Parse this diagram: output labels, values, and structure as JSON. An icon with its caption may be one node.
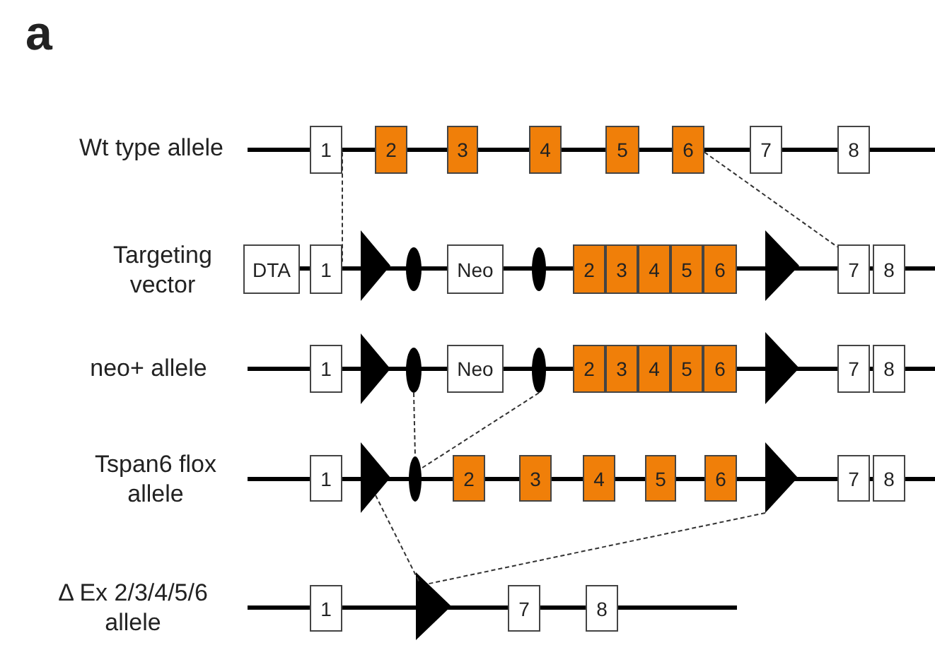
{
  "diagram": {
    "nodes": [
      {
        "text": [
          "1"
        ]
      },
      {
        "text": [
          "2"
        ]
      },
      {
        "text": [
          "3"
        ]
      },
      {
        "text": [
          "4"
        ]
      },
      {
        "text": [
          "5"
        ]
      },
      {
        "text": [
          "6"
        ]
      },
      {
        "text": [
          "7"
        ]
      },
      {
        "text": [
          "8"
        ]
      },
      {
        "text": [
          "DTA"
        ]
      },
      {
        "text": [
          "1"
        ]
      },
      {
        "text": [],
        "shape": "triangle"
      },
      {
        "text": [],
        "shape": "oval"
      },
      {
        "text": [
          "Neo"
        ]
      },
      {
        "text": [],
        "shape": "oval"
      },
      {
        "text": [
          "2"
        ]
      },
      {
        "text": [
          "3"
        ]
      },
      {
        "text": [
          "4"
        ]
      },
      {
        "text": [
          "5"
        ]
      },
      {
        "text": [
          "6"
        ]
      },
      {
        "text": [],
        "shape": "triangle"
      },
      {
        "text": [
          "7"
        ]
      },
      {
        "text": [
          "8"
        ]
      },
      {
        "text": [
          "1"
        ]
      },
      {
        "text": [],
        "shape": "triangle"
      },
      {
        "text": [],
        "shape": "oval"
      },
      {
        "text": [
          "Neo"
        ]
      },
      {
        "text": [],
        "shape": "oval"
      },
      {
        "text": [
          "2"
        ]
      },
      {
        "text": [
          "3"
        ]
      },
      {
        "text": [
          "4"
        ]
      },
      {
        "text": [
          "5"
        ]
      },
      {
        "text": [
          "6"
        ]
      },
      {
        "text": [],
        "shape": "triangle"
      },
      {
        "text": [
          "7"
        ]
      },
      {
        "text": [
          "8"
        ]
      },
      {
        "text": [
          "1"
        ]
      },
      {
        "text": [],
        "shape": "triangle"
      },
      {
        "text": [],
        "shape": "oval"
      },
      {
        "text": [
          "2"
        ]
      },
      {
        "text": [
          "3"
        ]
      },
      {
        "text": [
          "4"
        ]
      },
      {
        "text": [
          "5"
        ]
      },
      {
        "text": [
          "6"
        ]
      },
      {
        "text": [],
        "shape": "triangle"
      },
      {
        "text": [
          "7"
        ]
      },
      {
        "text": [
          "8"
        ]
      },
      {
        "text": [
          "1"
        ]
      },
      {
        "text": [],
        "shape": "triangle"
      },
      {
        "text": [
          "7"
        ]
      },
      {
        "text": [
          "8"
        ]
      }
    ],
    "edges": [
      {
        "from": 0,
        "to": 9,
        "arrow": "none",
        "style": "dashed"
      },
      {
        "from": 5,
        "to": 20,
        "arrow": "none",
        "style": "dashed"
      },
      {
        "from": 24,
        "to": 37,
        "arrow": "none",
        "style": "dashed"
      },
      {
        "from": 26,
        "to": 37,
        "arrow": "none",
        "style": "dashed"
      },
      {
        "from": 36,
        "to": 47,
        "arrow": "none",
        "style": "dashed"
      },
      {
        "from": 43,
        "to": 47,
        "arrow": "none",
        "style": "dashed"
      }
    ],
    "labels": [
      "a",
      "Wt type allele",
      "Targeting vector",
      "neo+ allele",
      "Tspan6 flox allele",
      "Δ Ex 2/3/4/5/6 allele"
    ]
  }
}
